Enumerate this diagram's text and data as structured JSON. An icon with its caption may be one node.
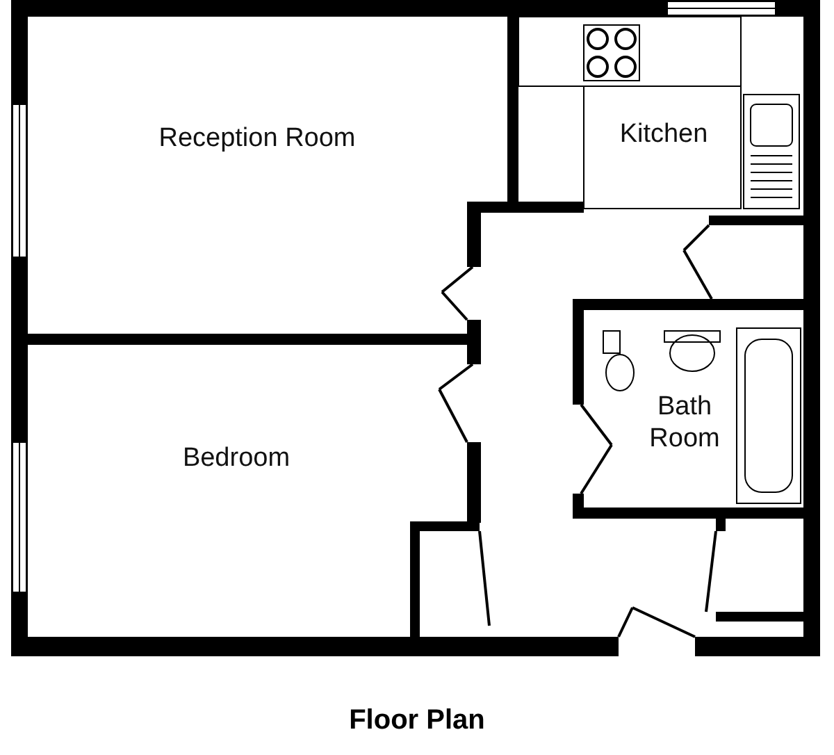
{
  "diagram": {
    "title": "Floor Plan",
    "nodes": [
      {
        "text": [
          "Reception Room"
        ]
      },
      {
        "text": [
          "Kitchen"
        ]
      },
      {
        "text": [
          "Bath Room"
        ]
      },
      {
        "text": [
          "Bedroom"
        ]
      }
    ],
    "edges": []
  }
}
